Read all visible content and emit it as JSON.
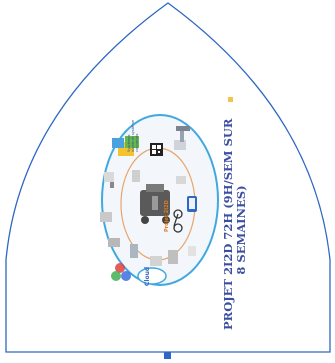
{
  "slide": {
    "title_line1": "PROJET 2I2D 72H (9H/SEM SUR",
    "title_line2": "8 SEMAINES)"
  },
  "diagram": {
    "center_label": "Projet 2I2D",
    "cloud_label": "Cloud",
    "note_line1": "Systèmes",
    "note_line2": "objets et système",
    "note_line3": "connectés"
  },
  "colors": {
    "frame": "#2f67c4",
    "title": "#3b4fa0",
    "ring_outer": "#3fa9e0",
    "ring_inner": "#e8a56a"
  }
}
